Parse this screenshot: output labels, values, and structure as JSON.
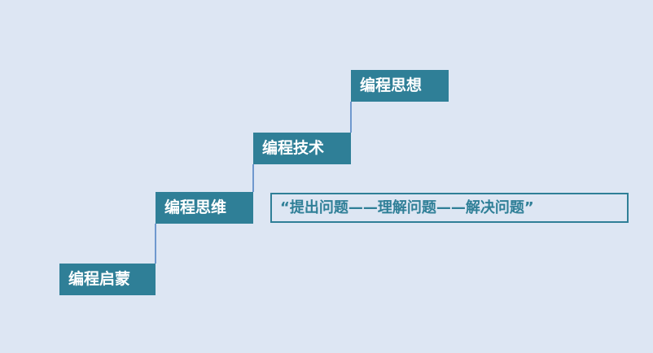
{
  "steps": [
    {
      "label": "编程启蒙"
    },
    {
      "label": "编程思维"
    },
    {
      "label": "编程技术"
    },
    {
      "label": "编程思想"
    }
  ],
  "quote": "“提出问题——理解问题——解决问题”",
  "colors": {
    "background": "#dde6f3",
    "accent": "#2f7f97",
    "connector": "#4a7fc1",
    "text_on_accent": "#ffffff"
  }
}
